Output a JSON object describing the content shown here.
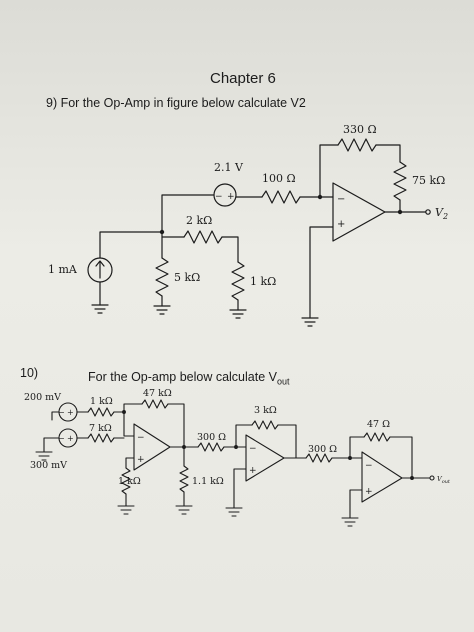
{
  "chapter": "Chapter 6",
  "q9": {
    "text": "9) For the Op-Amp in figure below calculate V2",
    "r_feedback": "330 Ω",
    "voltage_source": "2.1 V",
    "r_input": "100 Ω",
    "r_load": "75 kΩ",
    "output": "V",
    "output_sub": "2",
    "r_series": "2 kΩ",
    "current_source": "1 mA",
    "r_shunt_1": "5 kΩ",
    "r_shunt_2": "1 kΩ"
  },
  "q10": {
    "number": "10)",
    "text_main": "For the Op-amp below calculate V",
    "text_sub": "out",
    "source_1": "200 mV",
    "r_in_1": "1 kΩ",
    "r_feedback_1": "47 kΩ",
    "r_in_2": "7 kΩ",
    "source_2": "300 mV",
    "r_ground_1": "1 kΩ",
    "r_in_3": "300 Ω",
    "r_ground_2": "1.1 kΩ",
    "r_feedback_2": "3 kΩ",
    "r_in_4": "300 Ω",
    "r_feedback_3": "47 Ω",
    "output": "V",
    "output_sub": "out"
  }
}
